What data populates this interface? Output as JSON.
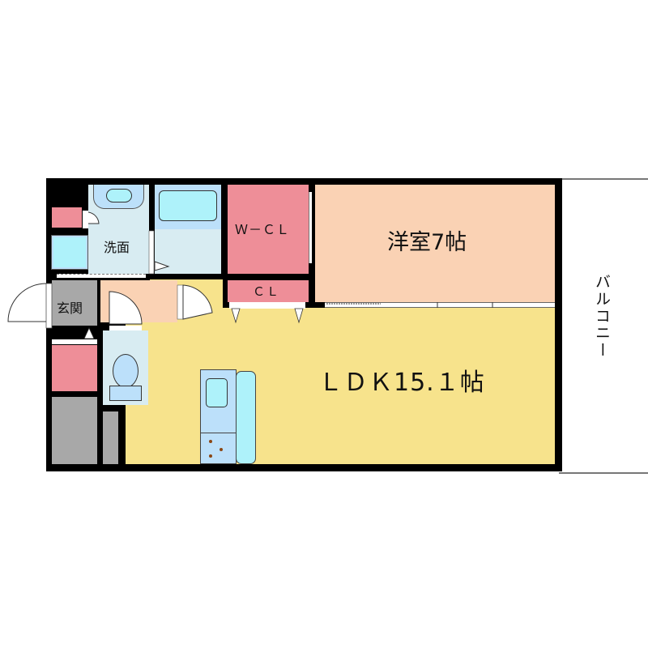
{
  "plan": {
    "type": "1LDK floor plan",
    "colors": {
      "wall": "#000000",
      "ldk": "#F7E38C",
      "western_room": "#FAD2B4",
      "closet": "#EE8E98",
      "wet_area": "#D8ECF2",
      "fixture_blue": "#BCE0FA",
      "fixture_cyan": "#AEF2FA",
      "entrance": "#A8A8A8",
      "hall": "#FAD2B4",
      "balcony": "#FFFFFF"
    },
    "rooms": {
      "ldk": {
        "label": "ＬＤＫ15.１帖",
        "size_jo": 15.1
      },
      "western": {
        "label": "洋室7帖",
        "size_jo": 7
      },
      "wcl": {
        "label": "Ｗ－ＣＬ"
      },
      "cl": {
        "label": "ＣＬ"
      },
      "washroom": {
        "label": "洗面"
      },
      "entrance": {
        "label": "玄関"
      },
      "balcony": {
        "label": "バルコニー"
      }
    },
    "fixtures": [
      "washbasin",
      "washing-machine",
      "bathtub",
      "toilet",
      "kitchen-sink",
      "stove",
      "refrigerator-space",
      "shoe-cabinet",
      "storage"
    ]
  }
}
